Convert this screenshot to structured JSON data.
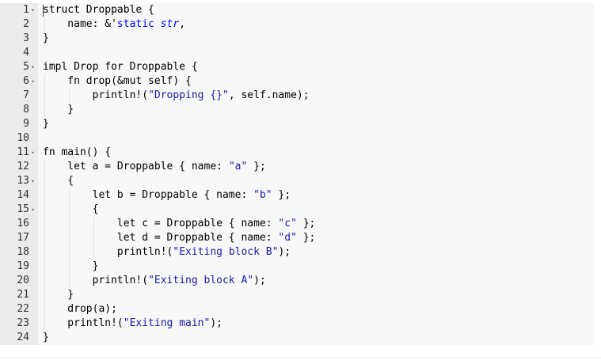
{
  "editor": {
    "language": "rust",
    "colors": {
      "background": "#f7f7f7",
      "gutter": "#ebebeb",
      "keyword": "#0000ff",
      "string": "#1a1aa6",
      "text": "#000000"
    },
    "lines": [
      {
        "number": "1",
        "fold": true,
        "indent": 0,
        "tokens": [
          {
            "t": "struct",
            "c": "plain"
          },
          {
            "t": " Droppable {",
            "c": "plain"
          }
        ]
      },
      {
        "number": "2",
        "fold": false,
        "indent": 1,
        "tokens": [
          {
            "t": "    name: &'",
            "c": "plain"
          },
          {
            "t": "static",
            "c": "kw"
          },
          {
            "t": " ",
            "c": "plain"
          },
          {
            "t": "str",
            "c": "italic"
          },
          {
            "t": ",",
            "c": "plain"
          }
        ]
      },
      {
        "number": "3",
        "fold": false,
        "indent": 0,
        "tokens": [
          {
            "t": "}",
            "c": "plain"
          }
        ]
      },
      {
        "number": "4",
        "fold": false,
        "indent": 0,
        "tokens": [
          {
            "t": "",
            "c": "plain"
          }
        ]
      },
      {
        "number": "5",
        "fold": true,
        "indent": 0,
        "tokens": [
          {
            "t": "impl Drop for Droppable {",
            "c": "plain"
          }
        ]
      },
      {
        "number": "6",
        "fold": true,
        "indent": 1,
        "tokens": [
          {
            "t": "    fn drop(&mut self) {",
            "c": "plain"
          }
        ]
      },
      {
        "number": "7",
        "fold": false,
        "indent": 2,
        "tokens": [
          {
            "t": "        println",
            "c": "plain"
          },
          {
            "t": "!",
            "c": "plain"
          },
          {
            "t": "(",
            "c": "plain"
          },
          {
            "t": "\"Dropping {}\"",
            "c": "str"
          },
          {
            "t": ", self.name);",
            "c": "plain"
          }
        ]
      },
      {
        "number": "8",
        "fold": false,
        "indent": 1,
        "tokens": [
          {
            "t": "    }",
            "c": "plain"
          }
        ]
      },
      {
        "number": "9",
        "fold": false,
        "indent": 0,
        "tokens": [
          {
            "t": "}",
            "c": "plain"
          }
        ]
      },
      {
        "number": "10",
        "fold": false,
        "indent": 0,
        "tokens": [
          {
            "t": "",
            "c": "plain"
          }
        ]
      },
      {
        "number": "11",
        "fold": true,
        "indent": 0,
        "tokens": [
          {
            "t": "fn main() {",
            "c": "plain"
          }
        ]
      },
      {
        "number": "12",
        "fold": false,
        "indent": 1,
        "tokens": [
          {
            "t": "    let a = Droppable { name: ",
            "c": "plain"
          },
          {
            "t": "\"a\"",
            "c": "str"
          },
          {
            "t": " };",
            "c": "plain"
          }
        ]
      },
      {
        "number": "13",
        "fold": true,
        "indent": 1,
        "tokens": [
          {
            "t": "    {",
            "c": "plain"
          }
        ]
      },
      {
        "number": "14",
        "fold": false,
        "indent": 2,
        "tokens": [
          {
            "t": "        let b = Droppable { name: ",
            "c": "plain"
          },
          {
            "t": "\"b\"",
            "c": "str"
          },
          {
            "t": " };",
            "c": "plain"
          }
        ]
      },
      {
        "number": "15",
        "fold": true,
        "indent": 2,
        "tokens": [
          {
            "t": "        {",
            "c": "plain"
          }
        ]
      },
      {
        "number": "16",
        "fold": false,
        "indent": 3,
        "tokens": [
          {
            "t": "            let c = Droppable { name: ",
            "c": "plain"
          },
          {
            "t": "\"c\"",
            "c": "str"
          },
          {
            "t": " };",
            "c": "plain"
          }
        ]
      },
      {
        "number": "17",
        "fold": false,
        "indent": 3,
        "tokens": [
          {
            "t": "            let d = Droppable { name: ",
            "c": "plain"
          },
          {
            "t": "\"d\"",
            "c": "str"
          },
          {
            "t": " };",
            "c": "plain"
          }
        ]
      },
      {
        "number": "18",
        "fold": false,
        "indent": 3,
        "tokens": [
          {
            "t": "            println",
            "c": "plain"
          },
          {
            "t": "!",
            "c": "plain"
          },
          {
            "t": "(",
            "c": "plain"
          },
          {
            "t": "\"Exiting block B\"",
            "c": "str"
          },
          {
            "t": ");",
            "c": "plain"
          }
        ]
      },
      {
        "number": "19",
        "fold": false,
        "indent": 2,
        "tokens": [
          {
            "t": "        }",
            "c": "plain"
          }
        ]
      },
      {
        "number": "20",
        "fold": false,
        "indent": 2,
        "tokens": [
          {
            "t": "        println",
            "c": "plain"
          },
          {
            "t": "!",
            "c": "plain"
          },
          {
            "t": "(",
            "c": "plain"
          },
          {
            "t": "\"Exiting block A\"",
            "c": "str"
          },
          {
            "t": ");",
            "c": "plain"
          }
        ]
      },
      {
        "number": "21",
        "fold": false,
        "indent": 1,
        "tokens": [
          {
            "t": "    }",
            "c": "plain"
          }
        ]
      },
      {
        "number": "22",
        "fold": false,
        "indent": 1,
        "tokens": [
          {
            "t": "    drop(a);",
            "c": "plain"
          }
        ]
      },
      {
        "number": "23",
        "fold": false,
        "indent": 1,
        "tokens": [
          {
            "t": "    println",
            "c": "plain"
          },
          {
            "t": "!",
            "c": "plain"
          },
          {
            "t": "(",
            "c": "plain"
          },
          {
            "t": "\"Exiting main\"",
            "c": "str"
          },
          {
            "t": ");",
            "c": "plain"
          }
        ]
      },
      {
        "number": "24",
        "fold": false,
        "indent": 0,
        "tokens": [
          {
            "t": "}",
            "c": "plain"
          }
        ]
      }
    ]
  }
}
